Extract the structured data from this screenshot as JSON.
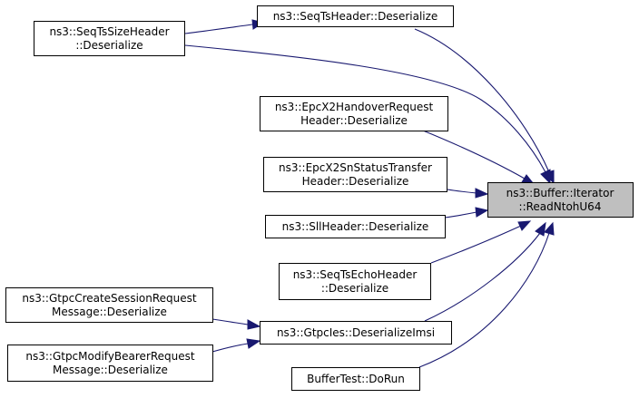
{
  "graph": {
    "nodes": {
      "read_ntoh_u64": [
        "ns3::Buffer::Iterator",
        "::ReadNtohU64"
      ],
      "seqts_header": [
        "ns3::SeqTsHeader::Deserialize"
      ],
      "seqts_size_header": [
        "ns3::SeqTsSizeHeader",
        "::Deserialize"
      ],
      "epcx2_handover": [
        "ns3::EpcX2HandoverRequest",
        "Header::Deserialize"
      ],
      "epcx2_snstatus": [
        "ns3::EpcX2SnStatusTransfer",
        "Header::Deserialize"
      ],
      "sll_header": [
        "ns3::SllHeader::Deserialize"
      ],
      "seqts_echo": [
        "ns3::SeqTsEchoHeader",
        "::Deserialize"
      ],
      "gtpc_ies": [
        "ns3::GtpcIes::DeserializeImsi"
      ],
      "buffer_test": [
        "BufferTest::DoRun"
      ],
      "gtpc_create_session": [
        "ns3::GtpcCreateSessionRequest",
        "Message::Deserialize"
      ],
      "gtpc_modify_bearer": [
        "ns3::GtpcModifyBearerRequest",
        "Message::Deserialize"
      ]
    }
  }
}
